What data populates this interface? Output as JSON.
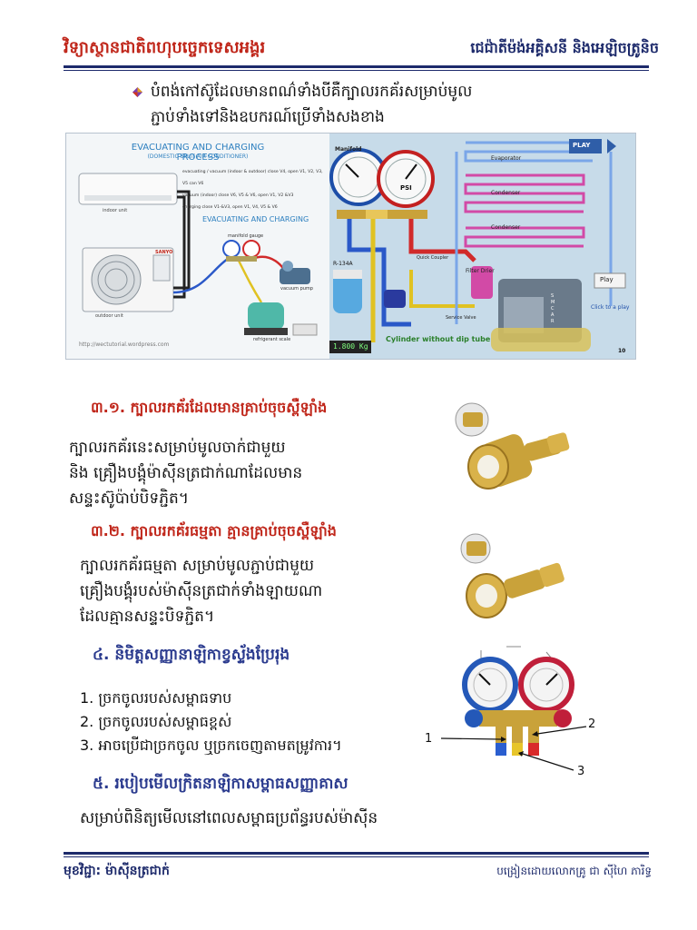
{
  "header": {
    "left": "វិទ្យាស្ថានជាតិពហុបច្ចេកទេសអង្គរ",
    "right": "ជេជ៉ាតីម៉ង់អគ្គិសនី និងអេឡិចត្រូនិច"
  },
  "intro": {
    "line1": "បំពង់កៅស៊ូដែលមានពណ៌ទាំងបីគឺក្បាលរកគ័រសម្រាប់មូល",
    "line2": "ភ្ជាប់ទាំងទៅនិងឧបករណ៍ប្រើទាំងសងខាង"
  },
  "figure": {
    "left_title": "EVACUATING AND CHARGING PROCESS",
    "left_subtitle": "(DOMESTIC SPLIT AIR CONDITIONER)",
    "left_notes": [
      "evacuating / vacuum (indoor & outdoor) close V4, open V1, V2, V3, V5 can V6",
      "vacuum (indoor) close V6, V5 & V6, open V1, V2 &V3",
      "charging close V1-&V3, open V1, V4, V5 & V6"
    ],
    "indoor_label": "indoor unit",
    "outdoor_label": "outdoor unit",
    "brand": "SANYO",
    "sub_title2": "EVACUATING AND CHARGING",
    "manifold_gauge_label": "manifold gauge",
    "vacuum_pump_label": "vacuum pump",
    "refrigerant_scale_label": "refrigerant scale",
    "website": "http://wectutorial.wordpress.com",
    "manifold_label": "Manifold",
    "psi_label": "PSI",
    "evaporator": "Evaporator",
    "condenser": "Condenser",
    "condenser2": "Condenser",
    "filter_drier": "Filter Drier",
    "quick_coupler": "Quick Coupler",
    "service_valve": "Service Valve",
    "r134a": "R-134A",
    "scale_reading": "1.800 Kg",
    "cylinder_caption": "Cylinder without dip tube",
    "play": "PLAY",
    "play_button": "Play",
    "click_to_play": "Click to a play",
    "page_num": "10",
    "compressor_letters": [
      "S",
      "M",
      "C",
      "A",
      "R"
    ]
  },
  "section31": {
    "heading": "៣.១. ក្បាលរកគ័រដែលមានគ្រាប់ចុចស្ពឺឡាំង",
    "lines": [
      "ក្បាលរកគ័រនេះសម្រាប់មូលចាក់ជាមួយ",
      "និង គ្រឿងបង្គុំម៉ាស៊ីនត្រជាក់ណាដែលមាន",
      "សន្ទះស៊ូប៉ាប់បិទភ្ជិត។"
    ]
  },
  "section32": {
    "heading": "៣.២. ក្បាលរកគ័រធម្មតា គ្មានគ្រាប់ចុចស្ពឺឡាំង",
    "lines": [
      "ក្បាលរកគ័រធម្មតា សម្រាប់មូលភ្ជាប់ជាមួយ",
      "គ្រឿងបង្គុំរបស់ម៉ាស៊ីនត្រជាក់ទាំងឡាយណា",
      "ដែលគ្មានសន្ទះបិទភ្ជិត។"
    ]
  },
  "section4": {
    "heading": "៤. និមិត្តសញ្ញានាឡិកាខ្វស្ទ័ងប្រែរុង",
    "items": [
      "1. ច្រកចូលរបស់សម្ពាធទាប",
      "2. ច្រកចូលរបស់សម្ពាធខ្ពស់",
      "3. អាចប្រើជាច្រកចូល ឬច្រកចេញតាមតម្រូវការ។"
    ],
    "callouts": [
      "1",
      "2",
      "3"
    ]
  },
  "section5": {
    "heading": "៥. របៀបមើលក្រិតនាឡិកាសម្ពាធសញ្ញាគាស",
    "line": "សម្រាប់ពិនិត្យមើលនៅពេលសម្ពាធប្រព័ន្ធរបស់ម៉ាស៊ីន"
  },
  "footer": {
    "left": "មុខវិជ្ជា: ម៉ាស៊ីនត្រជាក់",
    "right": "បង្រៀនដោយលោកគ្រូ ជា ស៊ីហៃ ភារិទ្ធ"
  },
  "colors": {
    "header_red": "#c0271b",
    "navy": "#1d2a6b",
    "heading_blue": "#2a3a8e",
    "brass": "#c9a23a"
  }
}
